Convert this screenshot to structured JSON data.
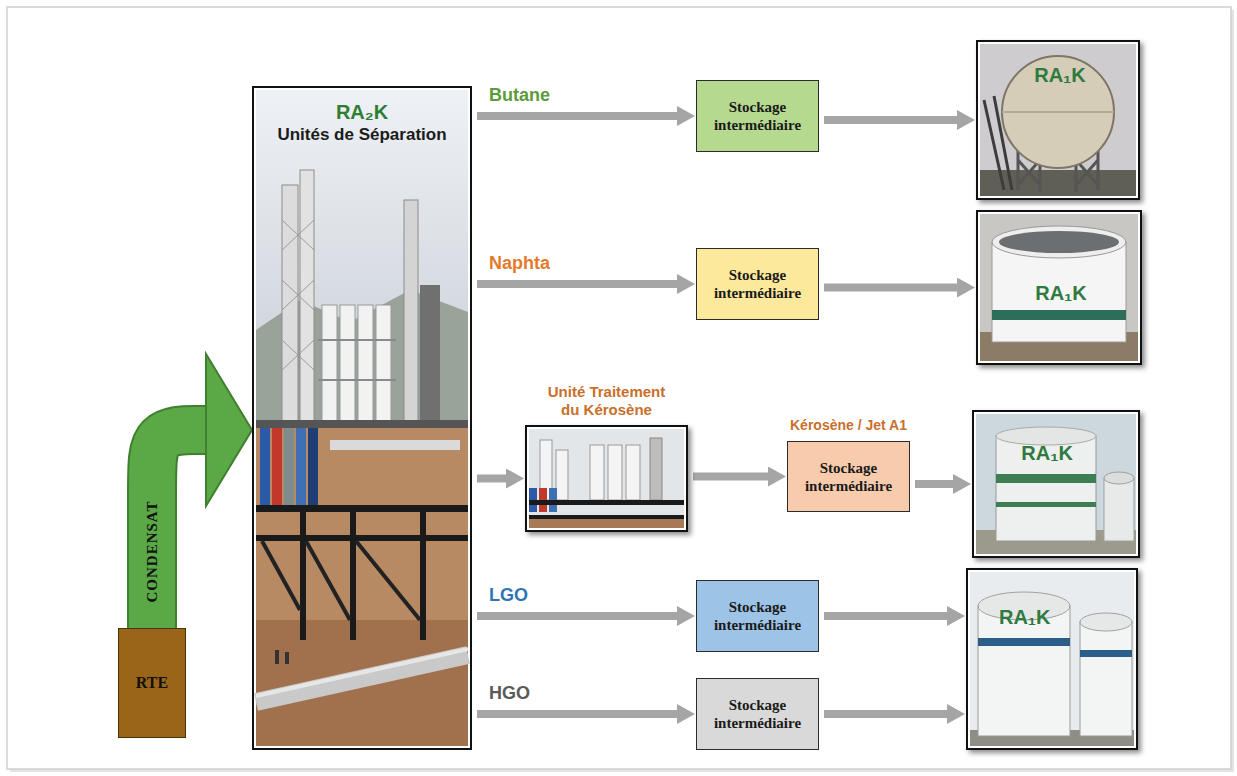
{
  "diagram": {
    "nodes": [
      {
        "text": [
          "RTE"
        ]
      },
      {
        "text": [
          "RA₂K",
          "Unités de Séparation"
        ]
      },
      {
        "text": [
          "Stockage intermédiaire"
        ]
      },
      {
        "text": [
          "RA₁K"
        ]
      },
      {
        "text": [
          "Stockage intermédiaire"
        ]
      },
      {
        "text": [
          "RA₁K"
        ]
      },
      {
        "text": [
          "Unité Traitement du Kérosène"
        ]
      },
      {
        "text": [
          "Kérosène / Jet A1",
          "Stockage intermédiaire"
        ]
      },
      {
        "text": [
          "RA₁K"
        ]
      },
      {
        "text": [
          "Stockage intermédiaire"
        ]
      },
      {
        "text": [
          "Stockage intermédiaire"
        ]
      },
      {
        "text": [
          "RA₁K"
        ]
      }
    ],
    "edges": [
      {
        "from": 0,
        "to": 1,
        "arrow": "to",
        "label": "CONDENSAT"
      },
      {
        "from": 1,
        "to": 2,
        "arrow": "to",
        "label": "Butane"
      },
      {
        "from": 2,
        "to": 3,
        "arrow": "to"
      },
      {
        "from": 1,
        "to": 4,
        "arrow": "to",
        "label": "Naphta"
      },
      {
        "from": 4,
        "to": 5,
        "arrow": "to"
      },
      {
        "from": 1,
        "to": 6,
        "arrow": "to"
      },
      {
        "from": 6,
        "to": 7,
        "arrow": "to"
      },
      {
        "from": 7,
        "to": 8,
        "arrow": "to"
      },
      {
        "from": 1,
        "to": 9,
        "arrow": "to",
        "label": "LGO"
      },
      {
        "from": 9,
        "to": 11,
        "arrow": "to"
      },
      {
        "from": 1,
        "to": 10,
        "arrow": "to",
        "label": "HGO"
      },
      {
        "from": 10,
        "to": 11,
        "arrow": "to"
      }
    ]
  }
}
